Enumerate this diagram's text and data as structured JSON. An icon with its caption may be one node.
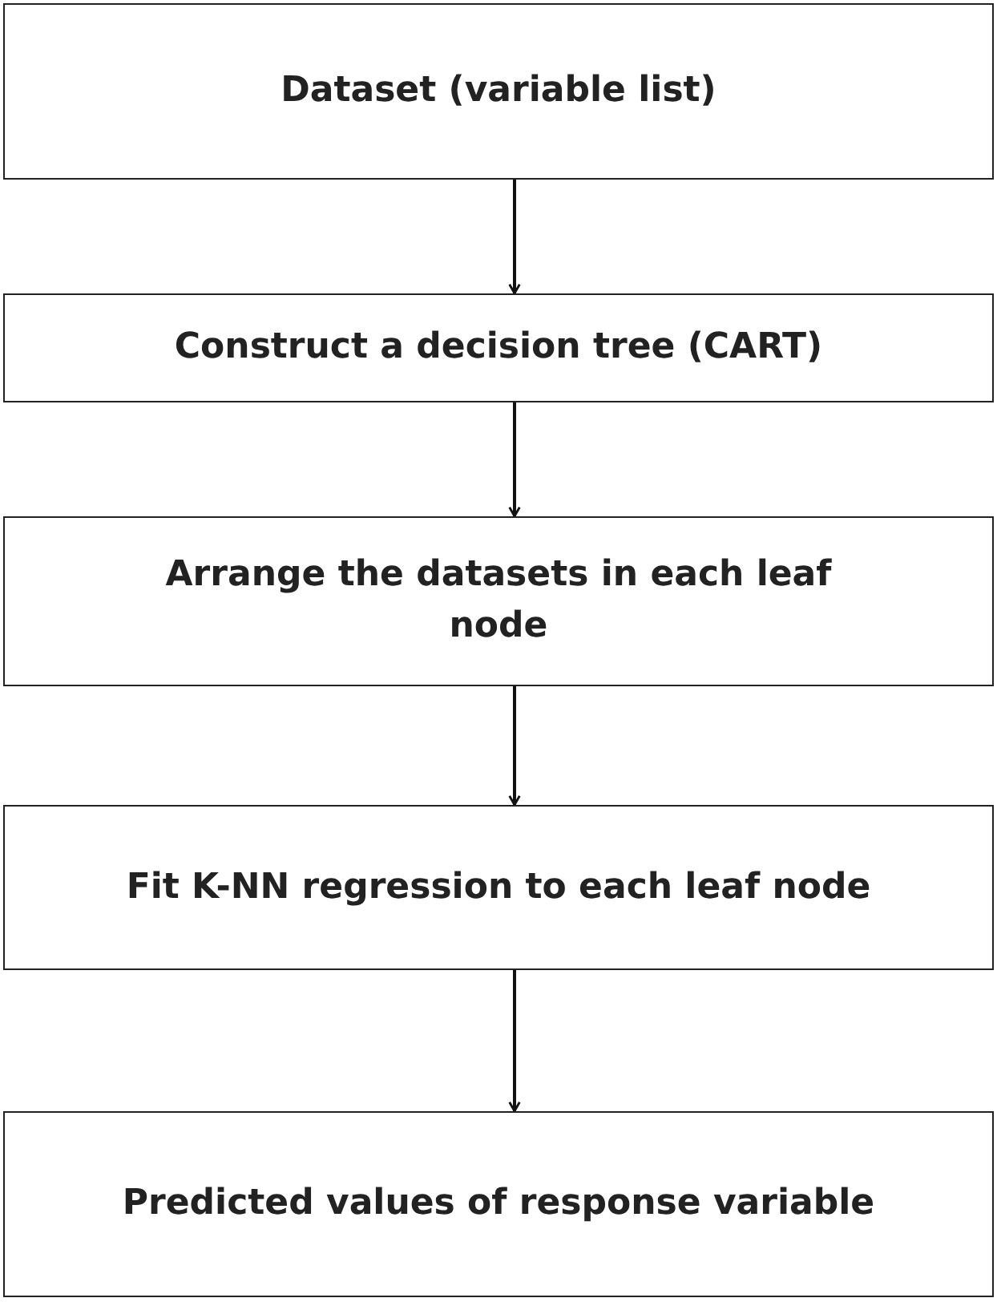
{
  "diagram": {
    "nodes": [
      {
        "text": [
          "Dataset (variable list)"
        ]
      },
      {
        "text": [
          "Construct a decision tree (CART)"
        ]
      },
      {
        "text": [
          "Arrange the datasets in each leaf node"
        ]
      },
      {
        "text": [
          "Fit K-NN regression to each leaf node"
        ]
      },
      {
        "text": [
          "Predicted values of response variable"
        ]
      }
    ],
    "edges": [
      {
        "from": 0,
        "to": 1,
        "arrow": "to"
      },
      {
        "from": 1,
        "to": 2,
        "arrow": "to"
      },
      {
        "from": 2,
        "to": 3,
        "arrow": "to"
      },
      {
        "from": 3,
        "to": 4,
        "arrow": "to"
      }
    ]
  }
}
